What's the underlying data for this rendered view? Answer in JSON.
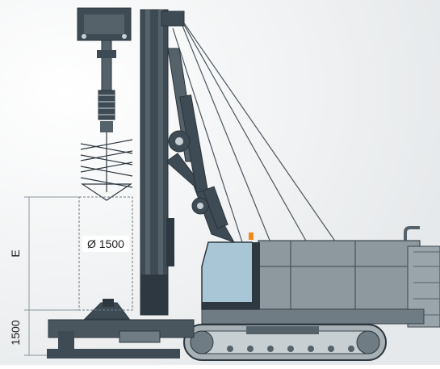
{
  "dimensions": {
    "diameter_label": "Ø 1500",
    "height_label": "E",
    "base_label": "1500"
  },
  "colors": {
    "mast": "#3e4b55",
    "body": "#8a979e",
    "cab_glass": "#a9c6d6",
    "track": "#a6b0b5",
    "beacon": "#f08a1c"
  }
}
